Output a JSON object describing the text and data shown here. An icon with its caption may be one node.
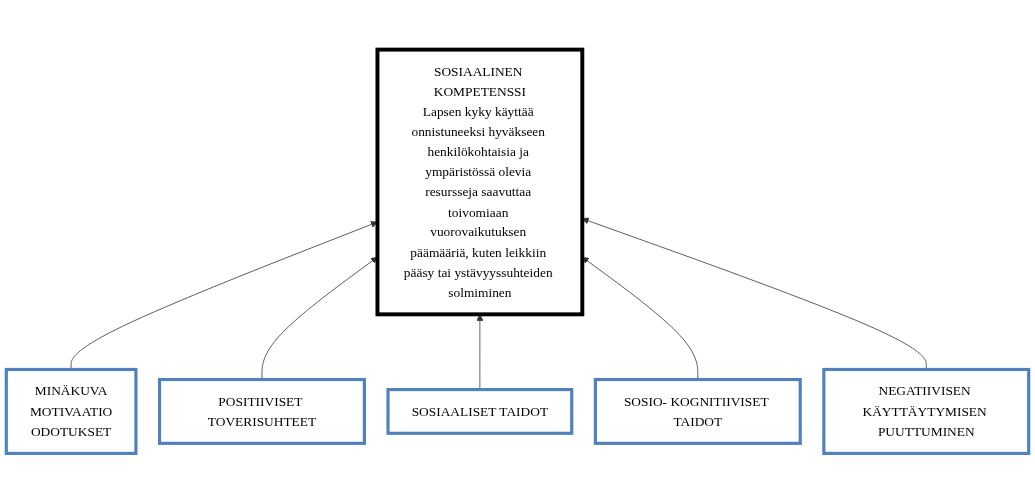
{
  "diagram": {
    "nodes": [
      {
        "text": [
          "SOSIAALINEN KOMPETENSSI",
          "Lapsen kyky käyttää onnistuneeksi hyväkseen henkilökohtaisia ja ympäristössä olevia resursseja saavuttaa toivomiaan vuorovaikutuksen päämääriä, kuten leikkiin pääsy tai ystävyyssuhteiden solmiminen"
        ]
      },
      {
        "text": [
          "MINÄKUVA",
          "MOTIVAATIO",
          "ODOTUKSET"
        ]
      },
      {
        "text": [
          "POSITIIVISET TOVERISUHTEET"
        ]
      },
      {
        "text": [
          "SOSIAALISET TAIDOT"
        ]
      },
      {
        "text": [
          "SOSIO- KOGNITIIVISET TAIDOT"
        ]
      },
      {
        "text": [
          "NEGATIIVISEN KÄYTTÄYTYMISEN PUUTTUMINEN"
        ]
      }
    ],
    "edges": [
      {
        "from": 1,
        "to": 0,
        "arrow": "to"
      },
      {
        "from": 2,
        "to": 0,
        "arrow": "to"
      },
      {
        "from": 3,
        "to": 0,
        "arrow": "to"
      },
      {
        "from": 4,
        "to": 0,
        "arrow": "to"
      },
      {
        "from": 5,
        "to": 0,
        "arrow": "to"
      }
    ]
  }
}
